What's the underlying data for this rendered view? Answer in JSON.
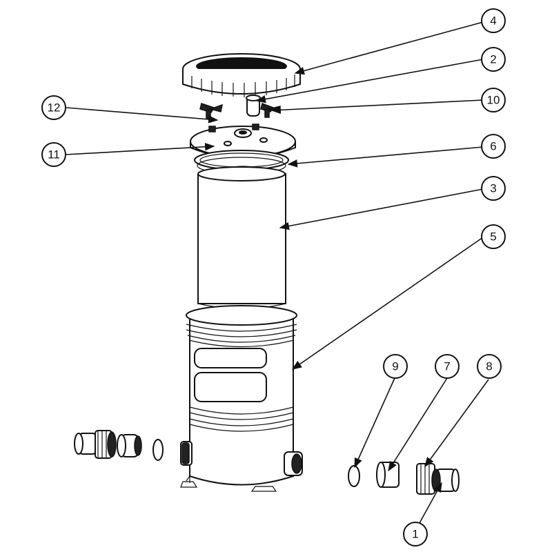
{
  "callouts": [
    {
      "id": "c4",
      "label": "4"
    },
    {
      "id": "c2",
      "label": "2"
    },
    {
      "id": "c10",
      "label": "10"
    },
    {
      "id": "c12",
      "label": "12"
    },
    {
      "id": "c6",
      "label": "6"
    },
    {
      "id": "c11",
      "label": "11"
    },
    {
      "id": "c3",
      "label": "3"
    },
    {
      "id": "c5",
      "label": "5"
    },
    {
      "id": "c9",
      "label": "9"
    },
    {
      "id": "c7",
      "label": "7"
    },
    {
      "id": "c8",
      "label": "8"
    },
    {
      "id": "c1",
      "label": "1"
    }
  ],
  "colors": {
    "line": "#111111",
    "fill": "#ffffff",
    "dark": "#222222"
  }
}
